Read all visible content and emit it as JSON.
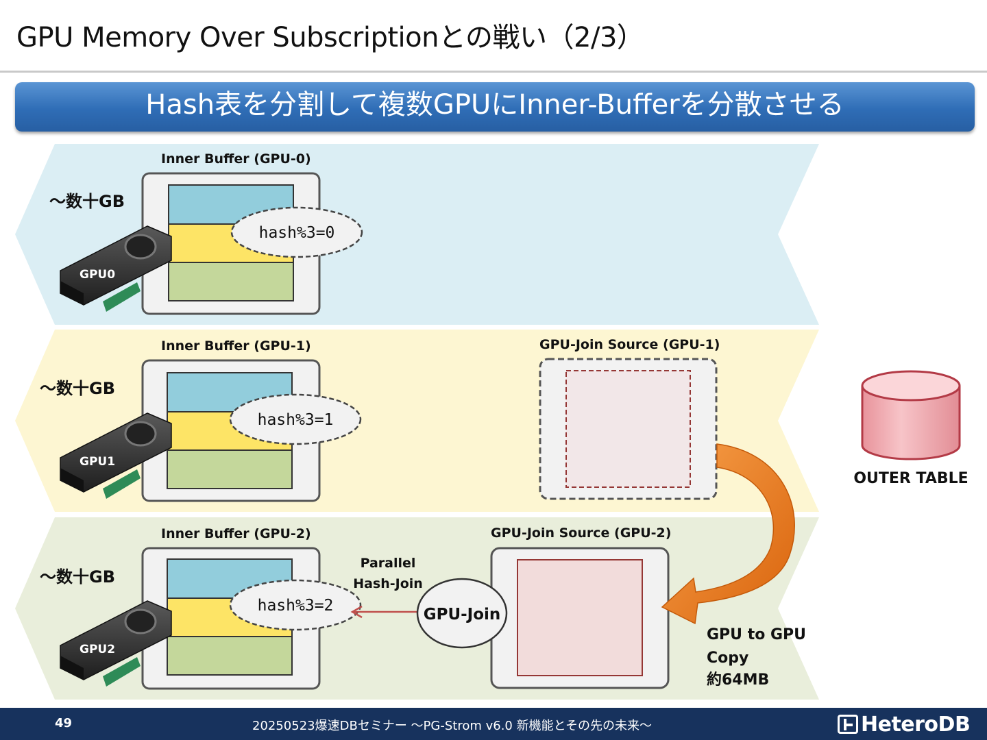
{
  "slide": {
    "title": "GPU Memory Over Subscriptionとの戦い（2/3）",
    "banner": "Hash表を分割して複数GPUにInner-Bufferを分散させる"
  },
  "lanes": [
    {
      "size_label": "～数十GB",
      "gpu_label": "GPU0",
      "buffer_title": "Inner Buffer (GPU-0)",
      "hash_label": "hash%3=0",
      "color": "#dbeef4"
    },
    {
      "size_label": "～数十GB",
      "gpu_label": "GPU1",
      "buffer_title": "Inner Buffer (GPU-1)",
      "hash_label": "hash%3=1",
      "source_title": "GPU-Join Source (GPU-1)",
      "color": "#fdf6d2"
    },
    {
      "size_label": "～数十GB",
      "gpu_label": "GPU2",
      "buffer_title": "Inner Buffer (GPU-2)",
      "hash_label": "hash%3=2",
      "source_title": "GPU-Join Source (GPU-2)",
      "color": "#e9eedb"
    }
  ],
  "join": {
    "parallel_label_1": "Parallel",
    "parallel_label_2": "Hash-Join",
    "gpu_join": "GPU-Join"
  },
  "copy": {
    "line1": "GPU to GPU",
    "line2": "Copy",
    "line3": "約64MB"
  },
  "outer_table": "OUTER TABLE",
  "colors": {
    "banner": "#2f6db6",
    "buffer_blue": "#92cddc",
    "buffer_yellow": "#fde466",
    "buffer_green": "#c4d79b",
    "source_fill": "#f2dcdb",
    "source_border": "#953735",
    "arrow": "#e46c0a",
    "cylinder": "#f4b6bc",
    "footer": "#17325d"
  },
  "footer": {
    "page": "49",
    "text": "20250523爆速DBセミナー ～PG-Strom v6.0  新機能とその先の未来～",
    "logo": "HeteroDB"
  }
}
